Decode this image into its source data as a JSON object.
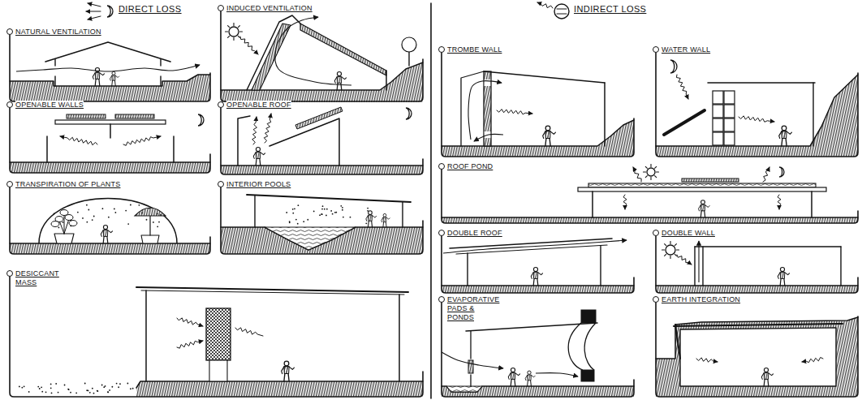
{
  "diagram": {
    "nodes": [
      {
        "text": [
          "NATURAL VENTILATION"
        ]
      },
      {
        "text": [
          "INDUCED VENTILATION"
        ]
      },
      {
        "text": [
          "OPENABLE WALLS"
        ]
      },
      {
        "text": [
          "OPENABLE ROOF"
        ]
      },
      {
        "text": [
          "TRANSPIRATION OF PLANTS"
        ]
      },
      {
        "text": [
          "INTERIOR POOLS"
        ]
      },
      {
        "text": [
          "DESICCANT MASS"
        ]
      },
      {
        "text": [
          "TROMBE WALL"
        ]
      },
      {
        "text": [
          "WATER WALL"
        ]
      },
      {
        "text": [
          "ROOF POND"
        ]
      },
      {
        "text": [
          "DOUBLE ROOF"
        ]
      },
      {
        "text": [
          "DOUBLE WALL"
        ]
      },
      {
        "text": [
          "EVAPORATIVE PADS & PONDS"
        ]
      },
      {
        "text": [
          "EARTH INTEGRATION"
        ]
      }
    ],
    "edges": [],
    "labels": [
      "DIRECT LOSS",
      "INDIRECT LOSS"
    ]
  }
}
